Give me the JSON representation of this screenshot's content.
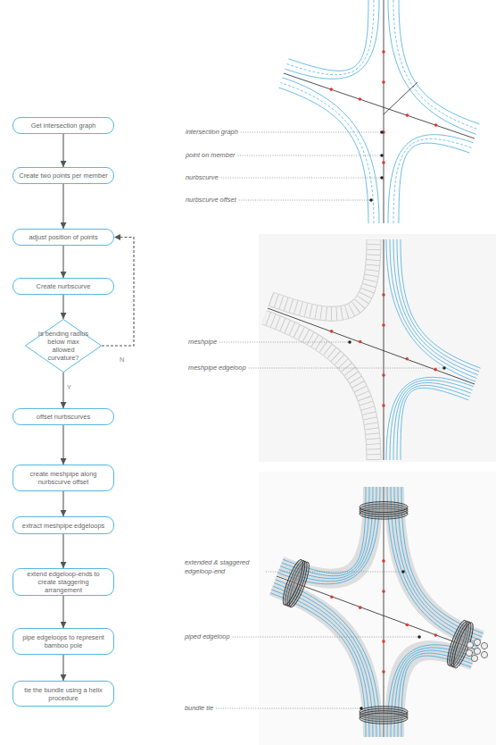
{
  "diagram": {
    "nodes": [
      {
        "text": [
          "Get intersection graph"
        ]
      },
      {
        "text": [
          "Create two points per member"
        ]
      },
      {
        "text": [
          "adjust position of points"
        ]
      },
      {
        "text": [
          "Create nurbscurve"
        ]
      },
      {
        "text": [
          "Is bending radius below max allowed curvature?"
        ]
      },
      {
        "text": [
          "offset nurbscurves"
        ]
      },
      {
        "text": [
          "create meshpipe along nurbscurve offset"
        ]
      },
      {
        "text": [
          "extract meshpipe edgeloops"
        ]
      },
      {
        "text": [
          "extend edgeloop-ends to create staggering arrangement"
        ]
      },
      {
        "text": [
          "pipe edgeloops to represent bamboo pole"
        ]
      },
      {
        "text": [
          "tie the bundle using a helix procedure"
        ]
      }
    ],
    "edges": [
      {
        "from": 0,
        "to": 1,
        "arrow": "to"
      },
      {
        "from": 1,
        "to": 2,
        "arrow": "to"
      },
      {
        "from": 2,
        "to": 3,
        "arrow": "to"
      },
      {
        "from": 3,
        "to": 4,
        "arrow": "to"
      },
      {
        "from": 4,
        "to": 5,
        "label": "Y",
        "arrow": "to"
      },
      {
        "from": 4,
        "to": 2,
        "label": "N",
        "arrow": "to"
      },
      {
        "from": 5,
        "to": 6,
        "arrow": "to"
      },
      {
        "from": 6,
        "to": 7,
        "arrow": "to"
      },
      {
        "from": 7,
        "to": 8,
        "arrow": "to"
      },
      {
        "from": 8,
        "to": 9,
        "arrow": "to"
      },
      {
        "from": 9,
        "to": 10,
        "arrow": "to"
      }
    ],
    "labels": [
      "intersection graph",
      "point on member",
      "nurbscurve",
      "nurbscurve offset",
      "meshpipe",
      "meshpipe edgeloop",
      "extended & staggered edgeloop-end",
      "piped edgeloop",
      "bundle tie"
    ]
  }
}
